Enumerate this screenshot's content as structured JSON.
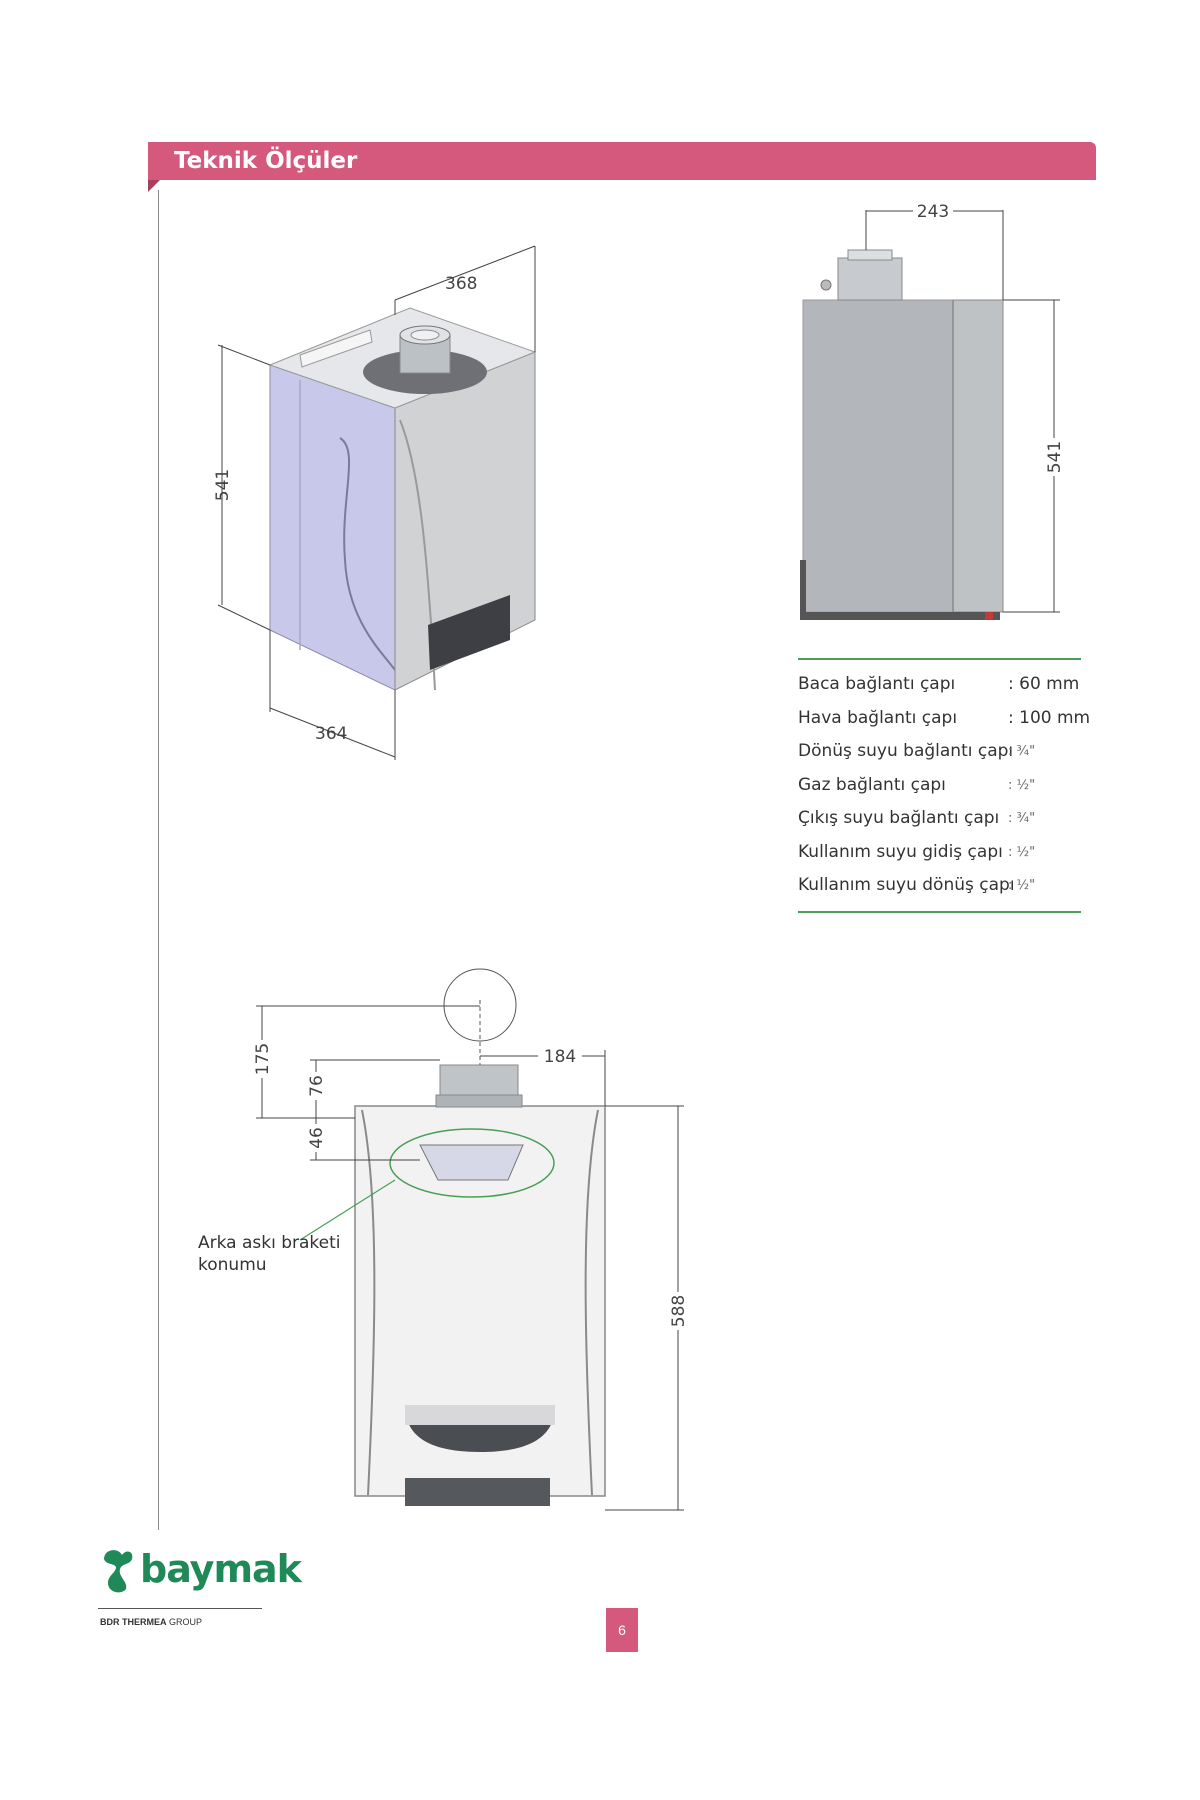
{
  "header": {
    "title": "Teknik Ölçüler"
  },
  "dimensions": {
    "iso": {
      "depth": "368",
      "height": "541",
      "width": "364"
    },
    "side": {
      "top": "243",
      "height": "541"
    },
    "front": {
      "pipe_offset": "184",
      "total_top": "175",
      "pipe_top": "76",
      "bracket_top": "46",
      "height": "588"
    }
  },
  "specs": [
    {
      "label": "Baca bağlantı çapı",
      "value": ": 60 mm"
    },
    {
      "label": "Hava bağlantı çapı",
      "value": ": 100 mm"
    },
    {
      "label": "Dönüş suyu bağlantı çapı",
      "value": ": ¾\""
    },
    {
      "label": "Gaz bağlantı çapı",
      "value": ": ½\""
    },
    {
      "label": "Çıkış suyu bağlantı çapı",
      "value": ": ¾\""
    },
    {
      "label": "Kullanım suyu gidiş çapı",
      "value": ": ½\""
    },
    {
      "label": "Kullanım suyu dönüş çapı",
      "value": ": ½\""
    }
  ],
  "callout": {
    "line1": "Arka askı braketi",
    "line2": "konumu"
  },
  "brand": {
    "logo": "baymak",
    "group_bold": "BDR THERMEA",
    "group_rest": " GROUP"
  },
  "page_number": "6",
  "colors": {
    "accent": "#d4597c",
    "brand_green": "#1f8a57",
    "rule_green": "#4a9e55"
  }
}
